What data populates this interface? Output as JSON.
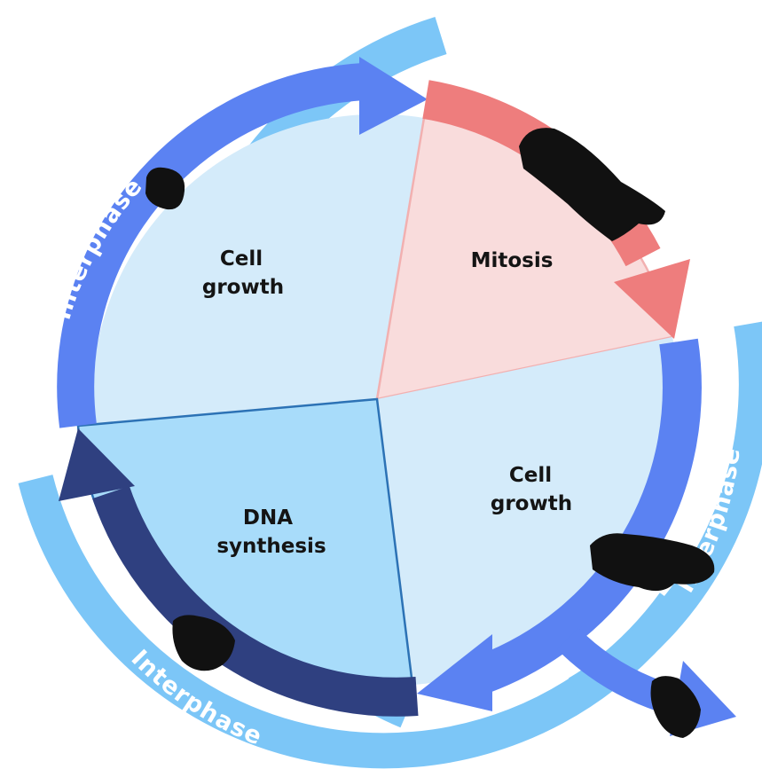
{
  "sectors": [
    {
      "id": "cell-growth-top",
      "lines": [
        "Cell",
        "growth"
      ],
      "fill": "#d4ebfa"
    },
    {
      "id": "mitosis",
      "lines": [
        "Mitosis"
      ],
      "fill": "#f9dcdc"
    },
    {
      "id": "cell-growth-right",
      "lines": [
        "Cell",
        "growth"
      ],
      "fill": "#d4ebfa"
    },
    {
      "id": "dna-synthesis",
      "lines": [
        "DNA",
        "synthesis"
      ],
      "fill": "#a8dcfa"
    }
  ],
  "ring_labels": [
    "Interphase",
    "Interphase",
    "Interphase"
  ],
  "colors": {
    "outer_ring": "#7cc6f7",
    "growth_arrow": "#5b82f2",
    "mitosis_arrow": "#ee7d7d",
    "dna_arrow": "#2f4080",
    "sector_border_pink": "#f2b0b0",
    "sector_border_blue": "#2c72b5",
    "redaction": "#111111"
  }
}
